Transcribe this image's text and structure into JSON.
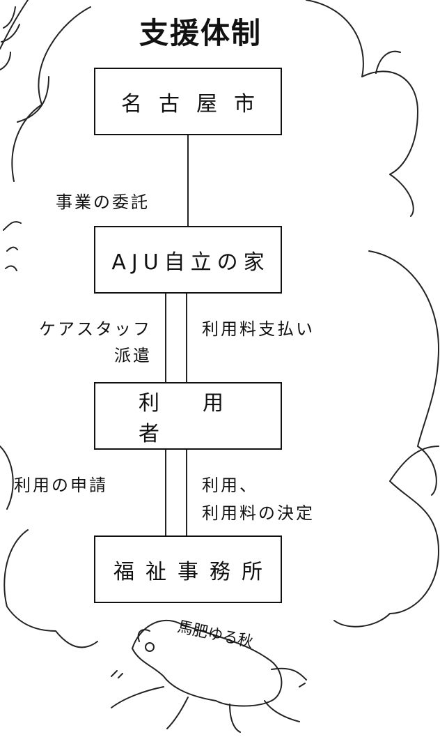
{
  "title": "支援体制",
  "nodes": [
    {
      "label": "名古屋市"
    },
    {
      "label": "AJU自立の家"
    },
    {
      "label": "利用者"
    },
    {
      "label": "福祉事務所"
    }
  ],
  "edges": {
    "city_to_aju": {
      "label": "事業の委託"
    },
    "aju_to_user_left": {
      "line1": "ケアスタッフ",
      "line2": "派遣"
    },
    "aju_to_user_right": {
      "label": "利用料支払い"
    },
    "user_to_welfare_left": {
      "label": "利用の申請"
    },
    "user_to_welfare_right": {
      "line1": "利用、",
      "line2": "利用料の決定"
    }
  },
  "illustration": {
    "caption": "馬肥ゆる秋",
    "icons": [
      "cloud-border-icon",
      "wheat-icon",
      "running-horse-icon"
    ]
  }
}
